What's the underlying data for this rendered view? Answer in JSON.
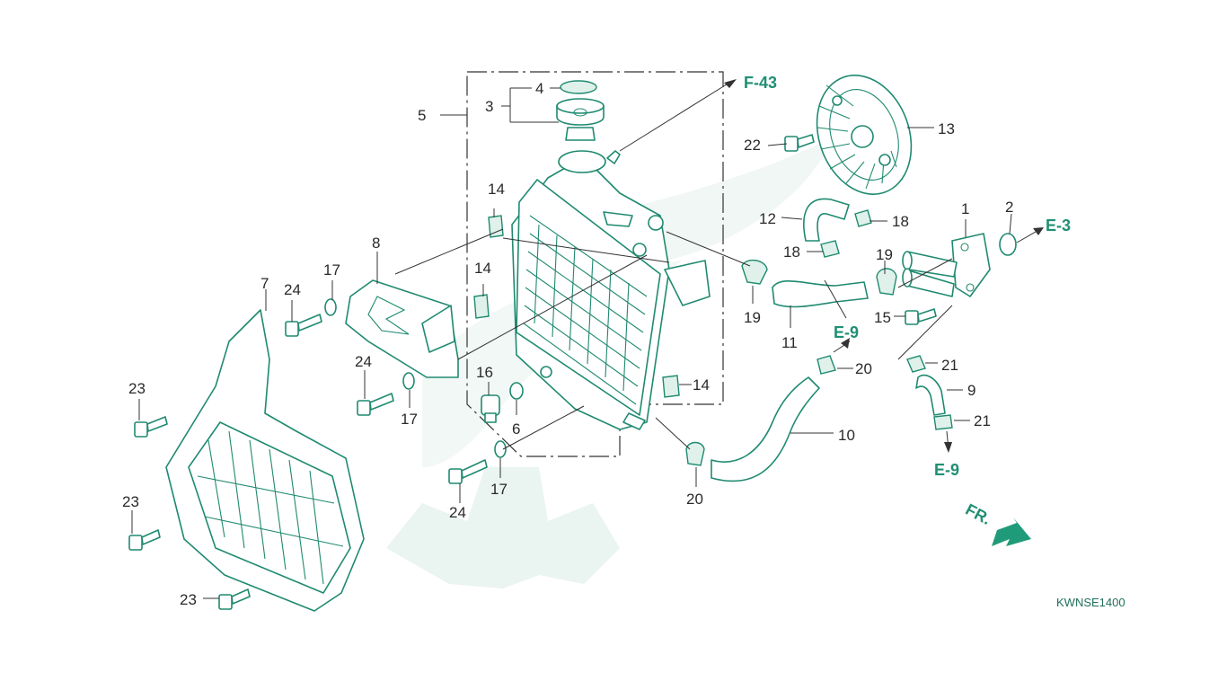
{
  "diagram": {
    "code": "KWNSE1400",
    "direction": "FR.",
    "references": {
      "f43": "F-43",
      "e3": "E-3",
      "e9_a": "E-9",
      "e9_b": "E-9"
    },
    "callouts": {
      "c1": "1",
      "c2": "2",
      "c3": "3",
      "c4": "4",
      "c5": "5",
      "c6": "6",
      "c7": "7",
      "c8": "8",
      "c9": "9",
      "c10": "10",
      "c11": "11",
      "c12": "12",
      "c13": "13",
      "c14a": "14",
      "c14b": "14",
      "c14c": "14",
      "c15": "15",
      "c16": "16",
      "c17a": "17",
      "c17b": "17",
      "c17c": "17",
      "c18a": "18",
      "c18b": "18",
      "c19a": "19",
      "c19b": "19",
      "c20a": "20",
      "c20b": "20",
      "c21a": "21",
      "c21b": "21",
      "c22": "22",
      "c23a": "23",
      "c23b": "23",
      "c23c": "23",
      "c24a": "24",
      "c24b": "24",
      "c24c": "24"
    },
    "colors": {
      "line": "#1f8a70",
      "reference": "#1f8f74",
      "watermark": "#eaf4f0"
    }
  }
}
